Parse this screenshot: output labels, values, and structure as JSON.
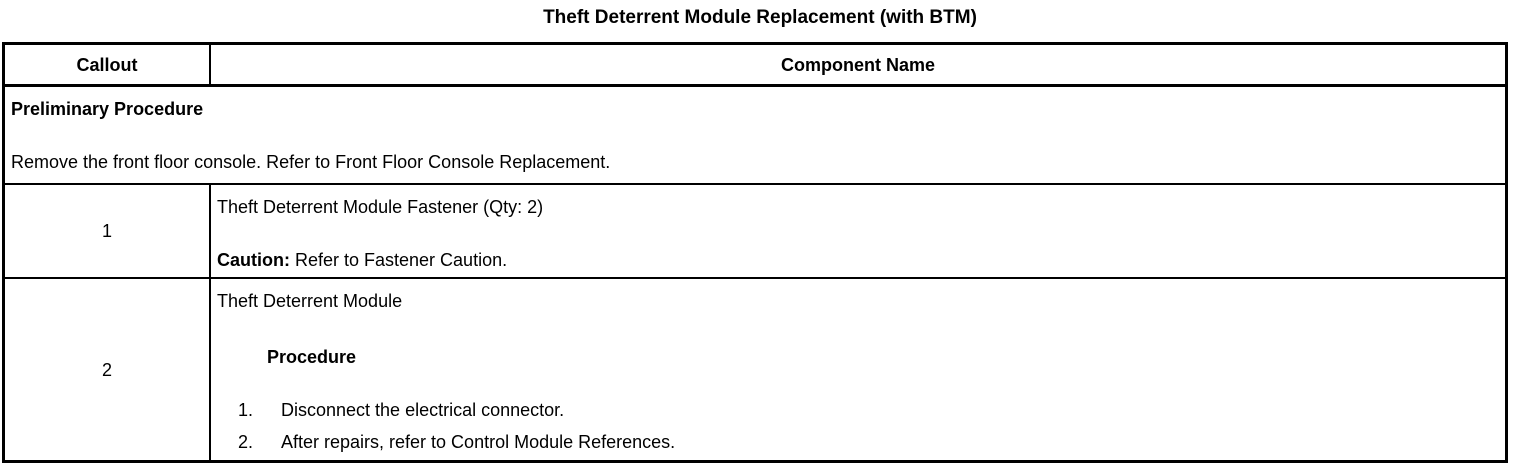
{
  "title": "Theft Deterrent Module Replacement (with BTM)",
  "table": {
    "headers": [
      "Callout",
      "Component Name"
    ],
    "preliminary": {
      "heading": "Preliminary Procedure",
      "text": "Remove the front floor console. Refer to Front Floor Console Replacement."
    },
    "rows": [
      {
        "callout": "1",
        "name": "Theft Deterrent Module Fastener (Qty: 2)",
        "caution_label": "Caution:",
        "caution_text": " Refer to Fastener Caution."
      },
      {
        "callout": "2",
        "name": "Theft Deterrent Module",
        "procedure_heading": "Procedure",
        "steps": [
          {
            "num": "1.",
            "text": "Disconnect the electrical connector."
          },
          {
            "num": "2.",
            "text": "After repairs, refer to Control Module References."
          }
        ]
      }
    ]
  }
}
